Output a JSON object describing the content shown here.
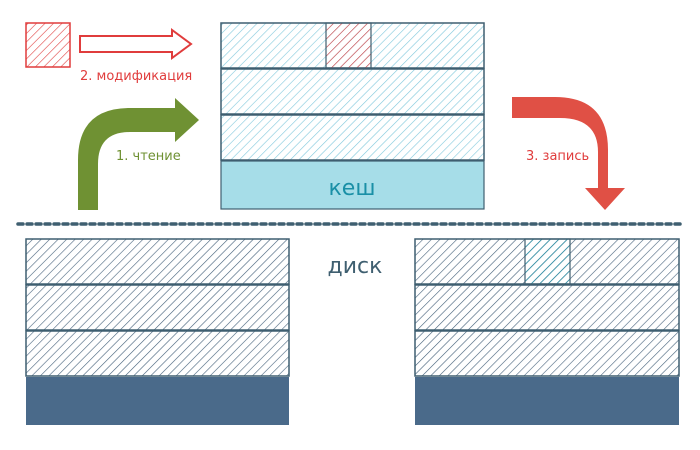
{
  "labels": {
    "read": "1. чтение",
    "modify": "2. модификация",
    "write": "3. запись",
    "cache": "кеш",
    "disk": "диск"
  },
  "colors": {
    "cache_hatch": "#7fc8dc",
    "cache_base": "#a6dde8",
    "cache_text": "#1a8fa6",
    "disk_hatch": "#44607a",
    "disk_base": "#4a6a8a",
    "border": "#3f5f70",
    "modified_red": "#e03c3c",
    "read_green": "#6f9133",
    "write_red": "#e05045",
    "disk_text": "#3f5f70",
    "separator": "#3f5f70"
  },
  "icons": {
    "read_arrow": "curved-arrow-right-icon",
    "modify_arrow": "outline-arrow-right-icon",
    "write_arrow": "curved-arrow-down-icon"
  }
}
